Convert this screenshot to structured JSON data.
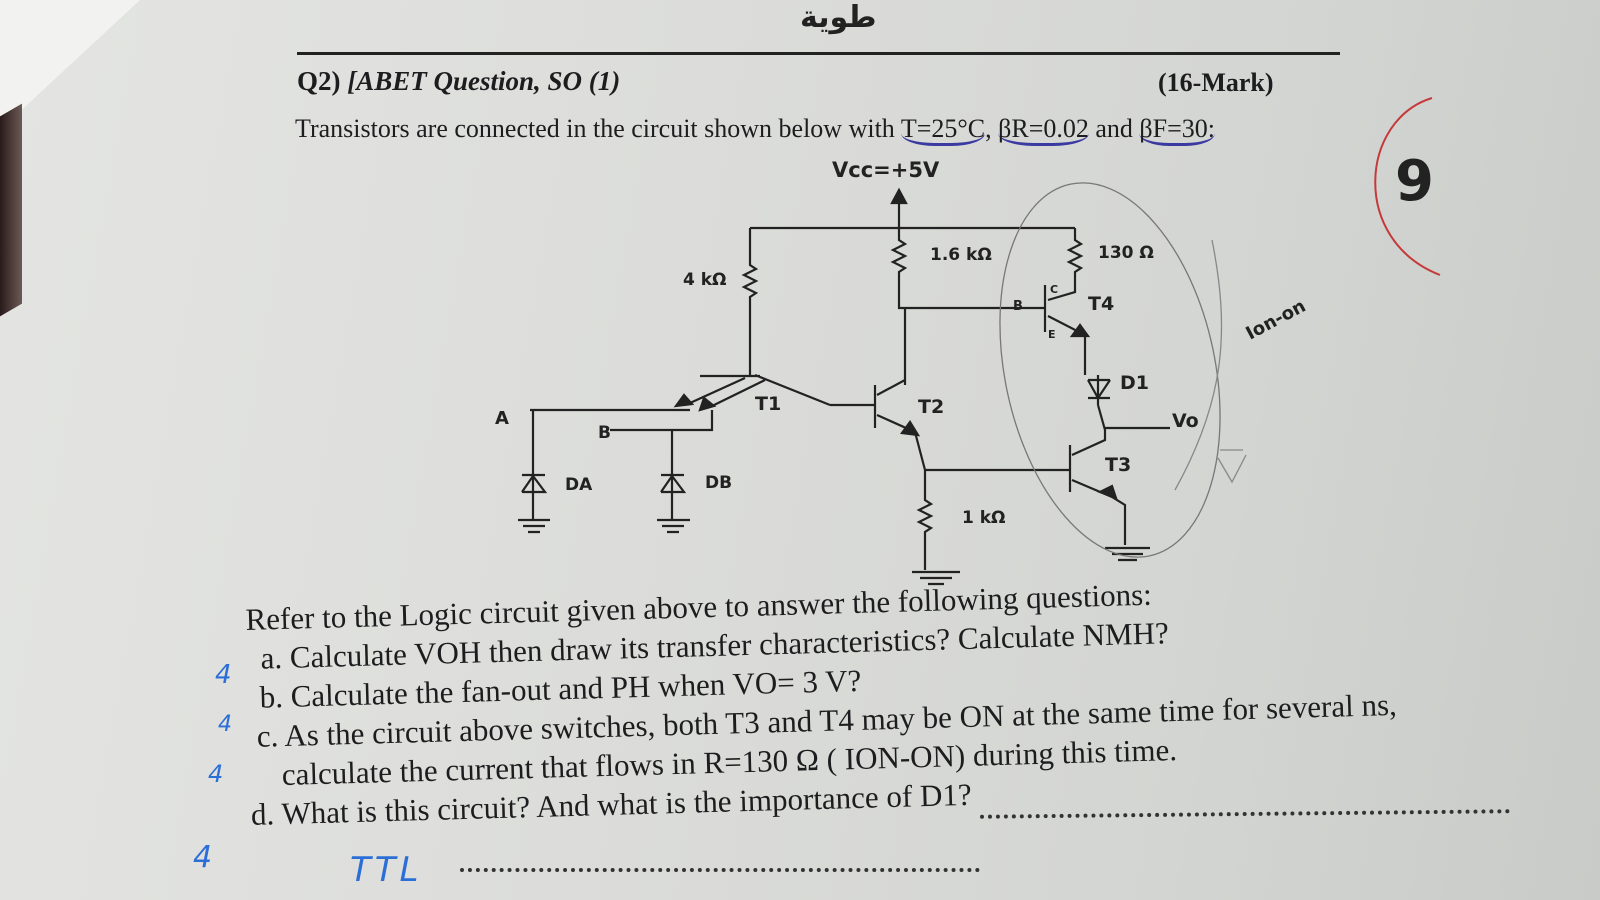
{
  "header": {
    "logo_text": "طوية",
    "question_label": "Q2)",
    "question_title": "[ABET Question, SO (1)",
    "marks": "(16-Mark)",
    "intro_prefix": "Transistors are connected in the circuit shown below with ",
    "cond_t": "T=25°C",
    "cond_br": "βR=0.02",
    "and_word": " and ",
    "cond_bf": "βF=30:"
  },
  "circuit": {
    "vcc": "Vcc=+5V",
    "r_4k": "4 kΩ",
    "r_16k": "1.6 kΩ",
    "r_130": "130 Ω",
    "r_1k": "1 kΩ",
    "t1": "T1",
    "t2": "T2",
    "t3": "T3",
    "t4": "T4",
    "d1": "D1",
    "vo": "Vo",
    "input_a": "A",
    "input_b": "B",
    "diode_a": "DA",
    "diode_b": "DB"
  },
  "questions": {
    "intro": "Refer to the Logic circuit given above to answer the following questions:",
    "a": "a. Calculate VOH then draw its transfer characteristics? Calculate NMH?",
    "b": "b. Calculate the fan-out and PH when VO= 3 V?",
    "c1": "c. As the circuit above switches, both T3 and T4 may be ON at the same time for several ns,",
    "c2": "calculate the current that flows in R=130 Ω ( ION-ON) during this time.",
    "d": "d. What is this circuit? And what is the importance of D1?"
  },
  "annotations": {
    "score": "9",
    "ion_on": "Ion-on",
    "mark_a": "4",
    "mark_b": "4",
    "mark_c": "4",
    "mark_d": "4",
    "answer_d": "TTL",
    "pin_b": "B",
    "pin_c": "C",
    "pin_e": "E"
  },
  "colors": {
    "ink_blue": "#2b6fd6",
    "ink_red": "#c43a3a",
    "underline": "#3a3aa0"
  }
}
